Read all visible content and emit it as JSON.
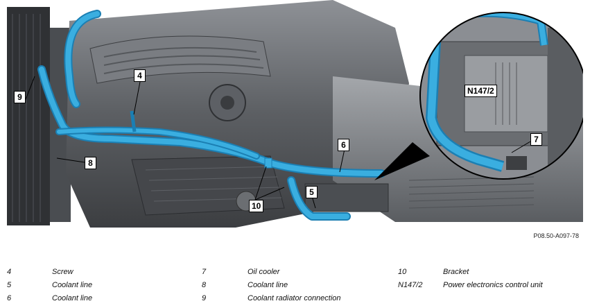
{
  "figure": {
    "code": "P08.50-A097-78",
    "callouts": {
      "c4": "4",
      "c5": "5",
      "c6": "6",
      "c7": "7",
      "c8": "8",
      "c9": "9",
      "c10": "10",
      "n147": "N147/2"
    },
    "colors": {
      "coolant_line": "#3aaee0",
      "coolant_line_edge": "#1b7fb3",
      "engine_dark": "#3a3c3f",
      "engine_mid": "#6d7074",
      "engine_light": "#a8abaf"
    }
  },
  "legend": [
    {
      "num": "4",
      "text": "Screw"
    },
    {
      "num": "5",
      "text": "Coolant line"
    },
    {
      "num": "6",
      "text": "Coolant line"
    },
    {
      "num": "7",
      "text": "Oil cooler"
    },
    {
      "num": "8",
      "text": "Coolant line"
    },
    {
      "num": "9",
      "text": "Coolant radiator connection"
    },
    {
      "num": "10",
      "text": "Bracket"
    },
    {
      "num": "N147/2",
      "text": "Power electronics control unit"
    }
  ]
}
